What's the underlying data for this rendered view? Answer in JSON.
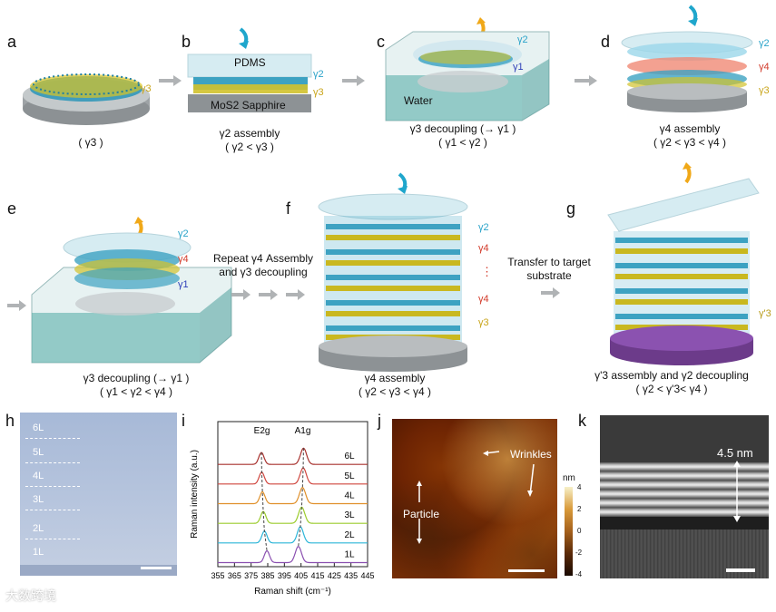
{
  "panel_letters": [
    "a",
    "b",
    "c",
    "d",
    "e",
    "f",
    "g",
    "h",
    "i",
    "j",
    "k"
  ],
  "panel_a": {
    "gamma": "γ3",
    "caption": "( γ3 )"
  },
  "panel_b": {
    "pdms": "PDMS",
    "g2": "γ2",
    "g3": "γ3",
    "substrate": "MoS2 Sapphire",
    "caption1": "γ2 assembly",
    "caption2": "( γ2 < γ3 )"
  },
  "panel_c": {
    "g2": "γ2",
    "g1": "γ1",
    "water": "Water",
    "caption1": "γ3 decoupling (→ γ1 )",
    "caption2": "( γ1 < γ2 )"
  },
  "panel_d": {
    "g2": "γ2",
    "g4": "γ4",
    "g3": "γ3",
    "caption1": "γ4 assembly",
    "caption2": "( γ2 < γ3 < γ4 )"
  },
  "panel_e": {
    "g2": "γ2",
    "g4": "γ4",
    "g1": "γ1",
    "caption1": "γ3 decoupling (→ γ1 )",
    "caption2": "( γ1 < γ2 < γ4 )"
  },
  "mid_e_f": {
    "line1": "Repeat γ4 Assembly",
    "line2": "and γ3 decoupling"
  },
  "panel_f": {
    "g2": "γ2",
    "g4a": "γ4",
    "dots": "⋮",
    "g4b": "γ4",
    "g3": "γ3",
    "caption1": "γ4 assembly",
    "caption2": "( γ2 < γ3 < γ4 )"
  },
  "mid_f_g": {
    "line1": "Transfer to target",
    "line2": "substrate"
  },
  "panel_g": {
    "g3p": "γ'3",
    "caption1": "γ'3 assembly and γ2 decoupling",
    "caption2": "( γ2 < γ'3< γ4 )"
  },
  "panel_h": {
    "layers": [
      "6L",
      "5L",
      "4L",
      "3L",
      "2L",
      "1L"
    ]
  },
  "panel_j": {
    "wrinkles": "Wrinkles",
    "particle": "Particle",
    "unit": "nm",
    "colorbar_ticks": [
      "4",
      "2",
      "0",
      "-2",
      "-4"
    ]
  },
  "panel_k": {
    "thickness": "4.5 nm"
  },
  "watermark": "大数跨境",
  "colors": {
    "cyan": "#2aa3c9",
    "yellow": "#c9a51a",
    "red": "#d23a2a",
    "blue": "#2f3fb8",
    "purple": "#8b52b0",
    "arrow_cyan": "#1fa6cc",
    "arrow_orange": "#f0a818"
  },
  "chart_data": {
    "type": "line",
    "title": "",
    "xlabel": "Raman shift (cm⁻¹)",
    "ylabel": "Raman intensity (a.u.)",
    "xlim": [
      355,
      445
    ],
    "xticks": [
      355,
      365,
      375,
      385,
      395,
      405,
      415,
      425,
      435,
      445
    ],
    "peak_labels": [
      "E2g",
      "A1g"
    ],
    "series": [
      {
        "name": "6L",
        "color": "#a8322e",
        "e2g": 381.2,
        "a1g": 406.5
      },
      {
        "name": "5L",
        "color": "#d0473f",
        "e2g": 381.4,
        "a1g": 406.3
      },
      {
        "name": "4L",
        "color": "#e0902a",
        "e2g": 381.8,
        "a1g": 405.9
      },
      {
        "name": "3L",
        "color": "#9ccc2e",
        "e2g": 382.3,
        "a1g": 405.4
      },
      {
        "name": "2L",
        "color": "#2cb5d8",
        "e2g": 383.0,
        "a1g": 404.6
      },
      {
        "name": "1L",
        "color": "#8a4fb0",
        "e2g": 384.5,
        "a1g": 403.4
      }
    ]
  }
}
